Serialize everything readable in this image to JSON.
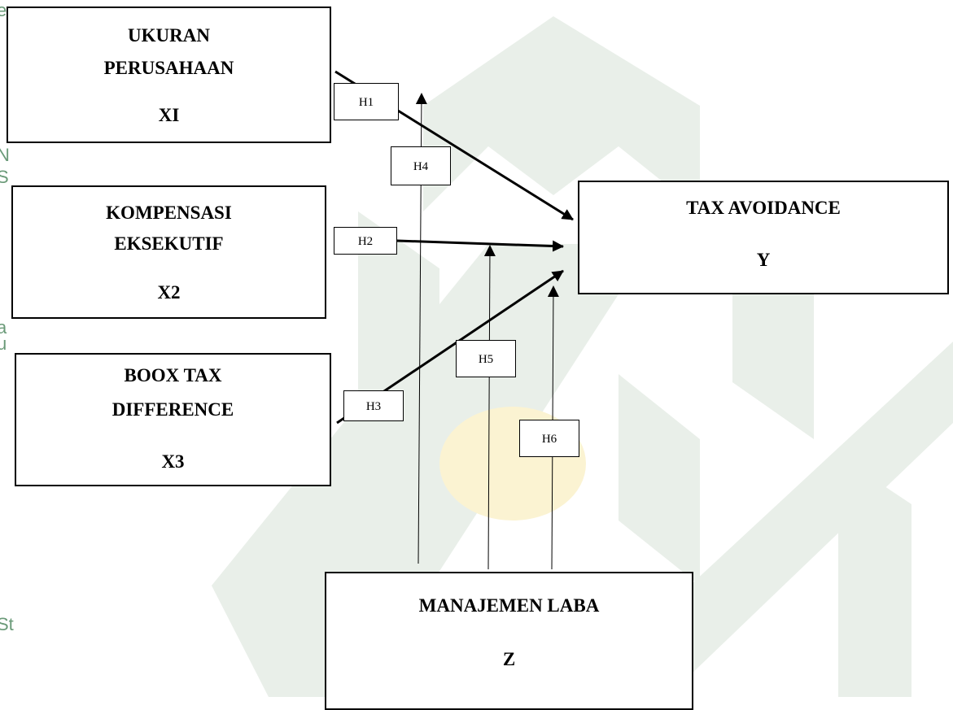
{
  "edge_text": [
    "e",
    "N",
    "S",
    "a",
    "u",
    "St"
  ],
  "nodes": {
    "x1": {
      "title_line1": "UKURAN",
      "title_line2": "PERUSAHAAN",
      "variable": "XI"
    },
    "x2": {
      "title_line1": "KOMPENSASI",
      "title_line2": "EKSEKUTIF",
      "variable": "X2"
    },
    "x3": {
      "title_line1": "BOOX TAX",
      "title_line2": "DIFFERENCE",
      "variable": "X3"
    },
    "y": {
      "title": "TAX AVOIDANCE",
      "variable": "Y"
    },
    "z": {
      "title": "MANAJEMEN LABA",
      "variable": "Z"
    }
  },
  "hypotheses": [
    "H1",
    "H2",
    "H3",
    "H4",
    "H5",
    "H6"
  ],
  "colors": {
    "line": "#000000",
    "watermark": "#e9efe9",
    "watermark_center": "#fbf3d2",
    "edge_text": "#6a9a78"
  }
}
